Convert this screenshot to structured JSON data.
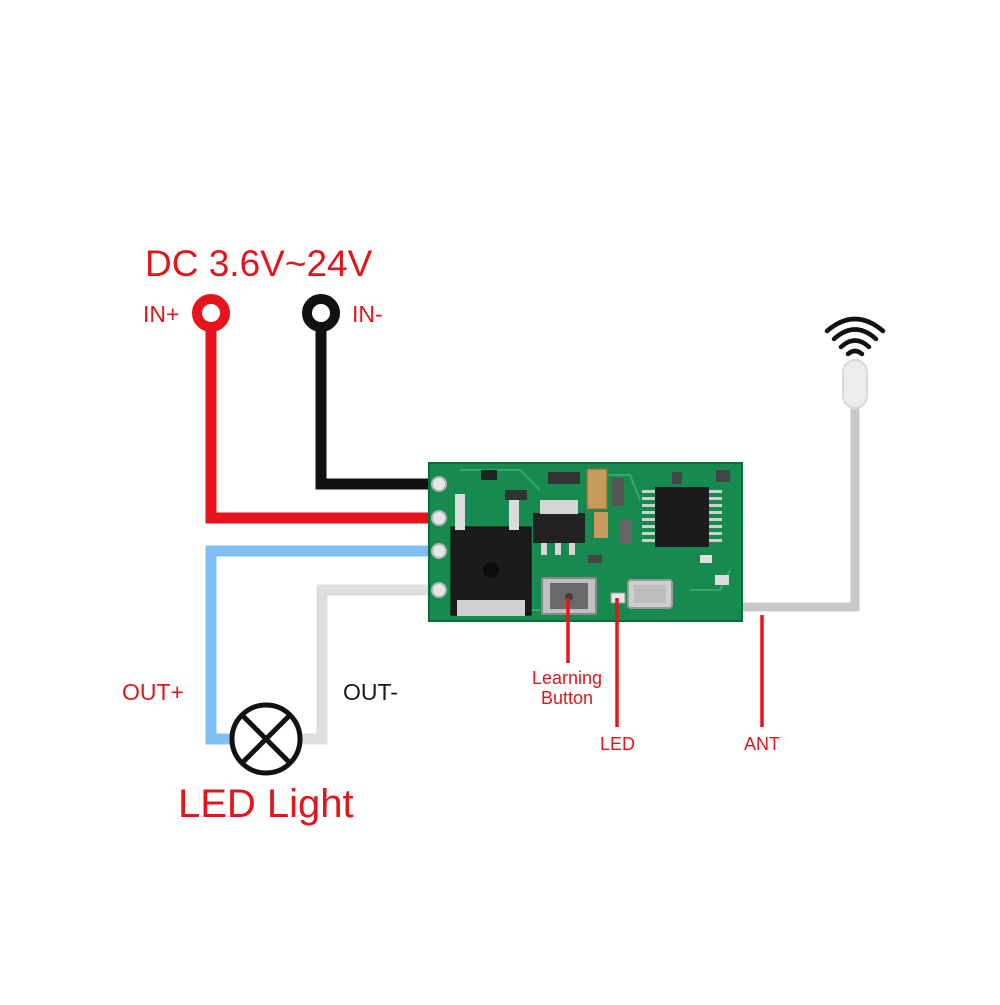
{
  "diagram": {
    "title": "DC 3.6V~24V",
    "terminals": {
      "in_plus": "IN+",
      "in_minus": "IN-",
      "out_plus": "OUT+",
      "out_minus": "OUT-"
    },
    "load": "LED Light",
    "callouts": {
      "learning_button": "Learning Button",
      "led": "LED",
      "ant": "ANT"
    },
    "icons": [
      "wifi-signal-icon",
      "lamp-icon",
      "pcb-module"
    ],
    "colors": {
      "red_wire": "#e8141b",
      "black_wire": "#111111",
      "blue_wire": "#80bff5",
      "white_wire": "#dedede",
      "antenna": "#c8c8c8",
      "pcb_green": "#178a4f",
      "label_red": "#e0161c"
    }
  }
}
